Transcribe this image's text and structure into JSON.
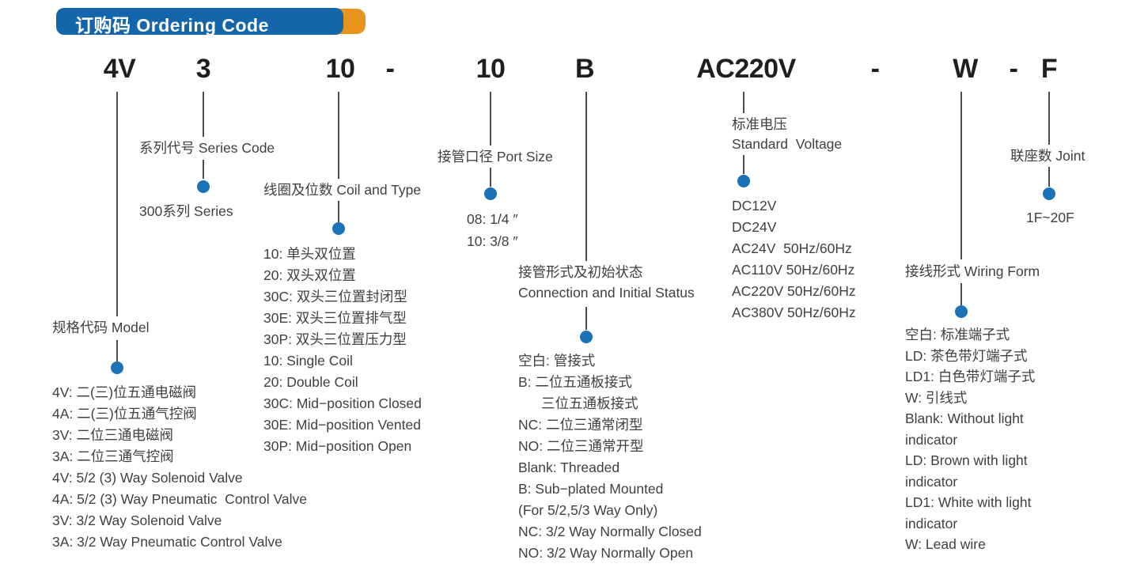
{
  "header": {
    "title": "订购码 Ordering Code"
  },
  "code_segments": [
    "4V",
    "3",
    "10",
    "-",
    "10",
    "B",
    "AC220V",
    "-",
    "W",
    "-",
    "F"
  ],
  "columns": [
    {
      "name": "model",
      "label": "规格代码 Model",
      "items": [
        "4V: 二(三)位五通电磁阀",
        "4A: 二(三)位五通气控阀",
        "3V: 二位三通电磁阀",
        "3A: 二位三通气控阀",
        "4V: 5/2 (3) Way Solenoid Valve",
        "4A: 5/2 (3) Way Pneumatic  Control Valve",
        "3V: 3/2 Way Solenoid Valve",
        "3A: 3/2 Way Pneumatic Control Valve"
      ]
    },
    {
      "name": "series-code",
      "label": "系列代号 Series Code",
      "items": [
        "300系列 Series"
      ]
    },
    {
      "name": "coil-and-type",
      "label": "线圈及位数 Coil and Type",
      "items": [
        "10: 单头双位置",
        "20: 双头双位置",
        "30C: 双头三位置封闭型",
        "30E: 双头三位置排气型",
        "30P: 双头三位置压力型",
        "10: Single Coil",
        "20: Double Coil",
        "30C: Mid−position Closed",
        "30E: Mid−position Vented",
        "30P: Mid−position Open"
      ]
    },
    {
      "name": "port-size",
      "label": "接管口径 Port Size",
      "items": [
        "08: 1/4 ″",
        "10: 3/8 ″"
      ]
    },
    {
      "name": "connection-initial-status",
      "label": "接管形式及初始状态",
      "label2": "Connection and Initial Status",
      "items": [
        "空白: 管接式",
        "B: 二位五通板接式",
        "      三位五通板接式",
        "NC: 二位三通常闭型",
        "NO: 二位三通常开型",
        "Blank: Threaded",
        "B: Sub−plated Mounted",
        "(For 5/2,5/3 Way Only)",
        "NC: 3/2 Way Normally Closed",
        "NO: 3/2 Way Normally Open"
      ]
    },
    {
      "name": "standard-voltage",
      "label": "标准电压",
      "label2": "Standard  Voltage",
      "items": [
        "DC12V",
        "DC24V",
        "AC24V  50Hz/60Hz",
        "AC110V 50Hz/60Hz",
        "AC220V 50Hz/60Hz",
        "AC380V 50Hz/60Hz"
      ]
    },
    {
      "name": "wiring-form",
      "label": "接线形式 Wiring Form",
      "items": [
        "空白: 标准端子式",
        "LD: 茶色带灯端子式",
        "LD1: 白色带灯端子式",
        "W: 引线式",
        "Blank: Without light",
        "indicator",
        "LD: Brown with light",
        "indicator",
        "LD1: White with light",
        "indicator",
        "W: Lead wire"
      ]
    },
    {
      "name": "joint",
      "label": "联座数 Joint",
      "items": [
        "1F~20F"
      ]
    }
  ],
  "colors": {
    "header_blue": "#1565ab",
    "accent_orange": "#e8941c",
    "dot_blue": "#1b72b6",
    "line_gray": "#4c4c4e",
    "code_text": "#221e1f",
    "body_text": "#3f4043"
  }
}
